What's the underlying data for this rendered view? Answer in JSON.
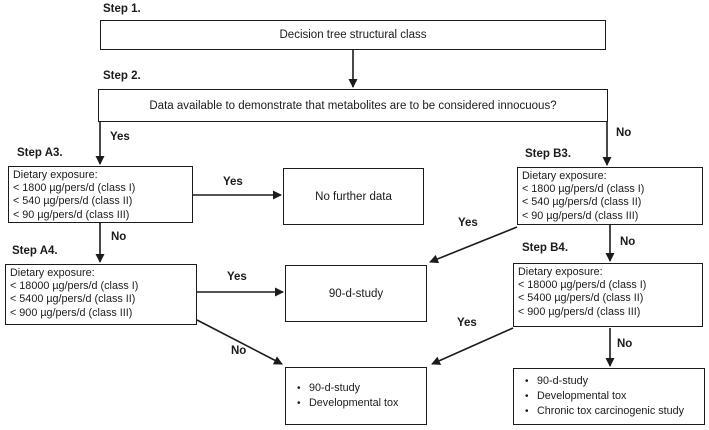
{
  "labels": {
    "yes": "Yes",
    "no": "No"
  },
  "steps": {
    "s1": {
      "label": "Step 1.",
      "text": "Decision tree structural class"
    },
    "s2": {
      "label": "Step 2.",
      "text": "Data available to demonstrate that metabolites are to be considered innocuous?"
    },
    "a3": {
      "label": "Step A3.",
      "title": "Dietary exposure:",
      "items": [
        "< 1800 µg/pers/d (class I)",
        "< 540 µg/pers/d (class II)",
        "< 90 µg/pers/d (class III)"
      ]
    },
    "a4": {
      "label": "Step A4.",
      "title": "Dietary exposure:",
      "items": [
        "< 18000 µg/pers/d (class I)",
        "< 5400 µg/pers/d (class II)",
        "< 900 µg/pers/d (class III)"
      ]
    },
    "b3": {
      "label": "Step B3.",
      "title": "Dietary exposure:",
      "items": [
        "< 1800 µg/pers/d (class I)",
        "< 540 µg/pers/d (class II)",
        "< 90 µg/pers/d (class III)"
      ]
    },
    "b4": {
      "label": "Step B4.",
      "title": "Dietary exposure:",
      "items": [
        "< 18000 µg/pers/d (class I)",
        "< 5400 µg/pers/d (class II)",
        "< 900 µg/pers/d (class III)"
      ]
    }
  },
  "outcomes": {
    "noFurtherData": {
      "text": "No further data"
    },
    "study90": {
      "text": "90-d-study"
    },
    "bottomMiddle": {
      "items": [
        "90-d-study",
        "Developmental tox"
      ]
    },
    "bottomRight": {
      "items": [
        "90-d-study",
        "Developmental tox",
        "Chronic tox carcinogenic study"
      ]
    }
  },
  "colors": {
    "ink": "#1b1b1b",
    "background": "#ffffff"
  }
}
